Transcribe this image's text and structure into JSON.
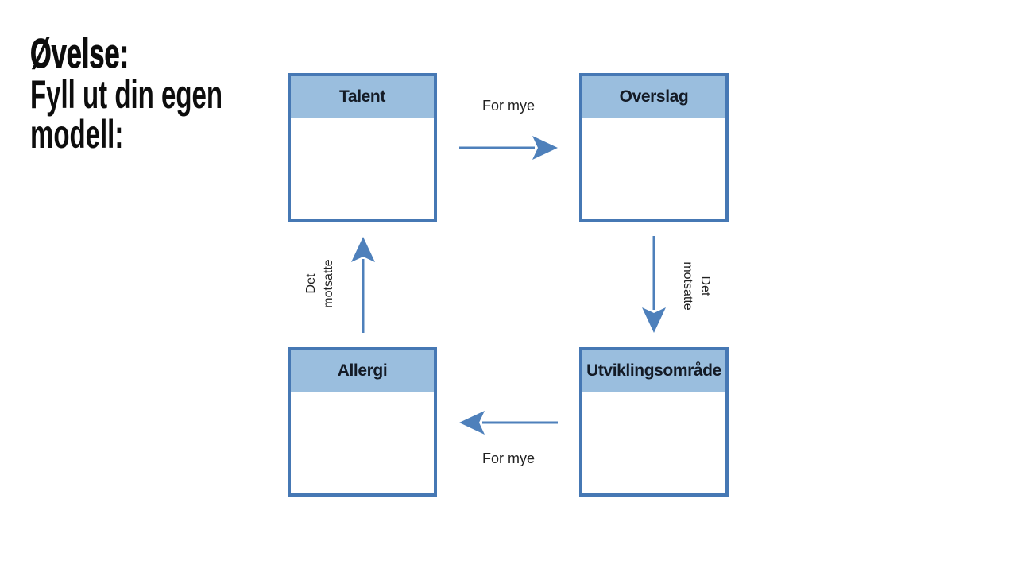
{
  "title": {
    "line1": "Øvelse:",
    "line2": "Fyll ut din egen",
    "line3": "modell:"
  },
  "boxes": {
    "talent": {
      "label": "Talent"
    },
    "overslag": {
      "label": "Overslag"
    },
    "allergi": {
      "label": "Allergi"
    },
    "utviklingsomrade": {
      "label": "Utviklingsområde"
    }
  },
  "arrows": {
    "top": {
      "label": "For mye",
      "from": "Talent",
      "to": "Overslag",
      "direction": "right"
    },
    "right": {
      "label": "Det motsatte",
      "from": "Overslag",
      "to": "Utviklingsområde",
      "direction": "down"
    },
    "bottom": {
      "label": "For mye",
      "from": "Utviklingsområde",
      "to": "Allergi",
      "direction": "left"
    },
    "left": {
      "label": "Det motsatte",
      "from": "Allergi",
      "to": "Talent",
      "direction": "up"
    }
  },
  "colors": {
    "background": "#ffffff",
    "box_border": "#4678b4",
    "box_header_fill": "#9abede",
    "arrow": "#4e80bb",
    "header_text": "#141b26",
    "title_text": "#0d0d0d",
    "label_text": "#212121"
  }
}
